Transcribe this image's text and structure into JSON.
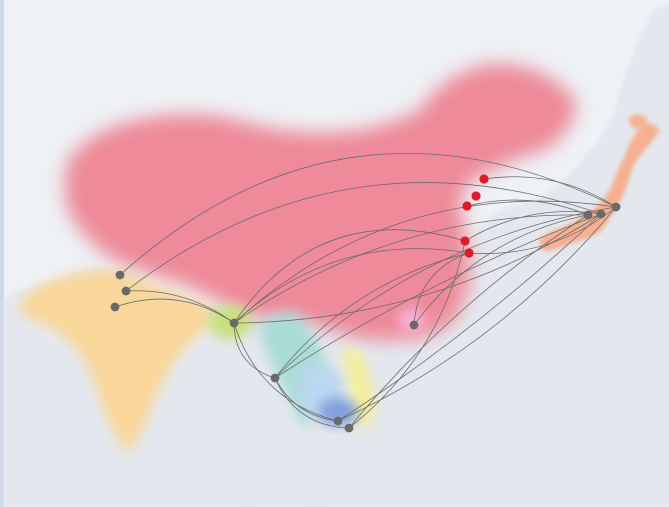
{
  "map": {
    "colors": {
      "background": "#ffffff",
      "sea": "#eef1f5",
      "land": "#e4e8ee",
      "land_edge": "#d8dde5",
      "china": "#ee8a9a",
      "india": "#f9d79a",
      "bangladesh": "#c8e07a",
      "myanmar": "#a9dcd6",
      "thailand": "#bcd7f0",
      "vietnam": "#f6ef9c",
      "cambodia": "#7f9fda",
      "hongkong": "#f7b5d8",
      "japan": "#f5b091",
      "route_line": "#6b6b6b",
      "node": "#6a6a6a",
      "highlight_node": "#dd1c26"
    },
    "regions": [
      {
        "id": "china",
        "name": "china-region"
      },
      {
        "id": "india",
        "name": "india-region"
      },
      {
        "id": "bangladesh",
        "name": "bangladesh-region"
      },
      {
        "id": "myanmar",
        "name": "myanmar-region"
      },
      {
        "id": "thailand",
        "name": "thailand-region"
      },
      {
        "id": "vietnam",
        "name": "vietnam-region"
      },
      {
        "id": "cambodia",
        "name": "cambodia-region"
      },
      {
        "id": "hongkong",
        "name": "hongkong-region"
      },
      {
        "id": "japan",
        "name": "japan-region"
      }
    ],
    "nodes": [
      {
        "id": "in1",
        "kind": "hub"
      },
      {
        "id": "in2",
        "kind": "hub"
      },
      {
        "id": "in3",
        "kind": "hub"
      },
      {
        "id": "bd",
        "kind": "hub"
      },
      {
        "id": "mm",
        "kind": "hub"
      },
      {
        "id": "kh1",
        "kind": "hub"
      },
      {
        "id": "kh2",
        "kind": "hub"
      },
      {
        "id": "cn_s",
        "kind": "hub"
      },
      {
        "id": "jp1",
        "kind": "hub"
      },
      {
        "id": "jp2",
        "kind": "hub"
      },
      {
        "id": "jp3",
        "kind": "hub"
      },
      {
        "id": "cn1",
        "kind": "highlight"
      },
      {
        "id": "cn2",
        "kind": "highlight"
      },
      {
        "id": "cn3",
        "kind": "highlight"
      },
      {
        "id": "cn4",
        "kind": "highlight"
      },
      {
        "id": "cn5",
        "kind": "highlight"
      }
    ],
    "routes": [
      [
        "in2",
        "jp3"
      ],
      [
        "in3",
        "jp2"
      ],
      [
        "in1",
        "bd"
      ],
      [
        "bd",
        "jp3"
      ],
      [
        "bd",
        "jp1"
      ],
      [
        "bd",
        "cn5"
      ],
      [
        "bd",
        "cn4"
      ],
      [
        "bd",
        "mm"
      ],
      [
        "bd",
        "kh1"
      ],
      [
        "mm",
        "jp3"
      ],
      [
        "mm",
        "jp2"
      ],
      [
        "mm",
        "cn5"
      ],
      [
        "mm",
        "kh1"
      ],
      [
        "mm",
        "kh2"
      ],
      [
        "kh1",
        "jp3"
      ],
      [
        "kh1",
        "jp2"
      ],
      [
        "kh2",
        "jp1"
      ],
      [
        "kh2",
        "cn4"
      ],
      [
        "cn_s",
        "jp1"
      ],
      [
        "cn_s",
        "cn5"
      ],
      [
        "cn5",
        "jp3"
      ],
      [
        "cn4",
        "jp2"
      ],
      [
        "cn3",
        "jp1"
      ],
      [
        "cn1",
        "jp3"
      ],
      [
        "bd",
        "jp2"
      ],
      [
        "in3",
        "bd"
      ]
    ]
  }
}
